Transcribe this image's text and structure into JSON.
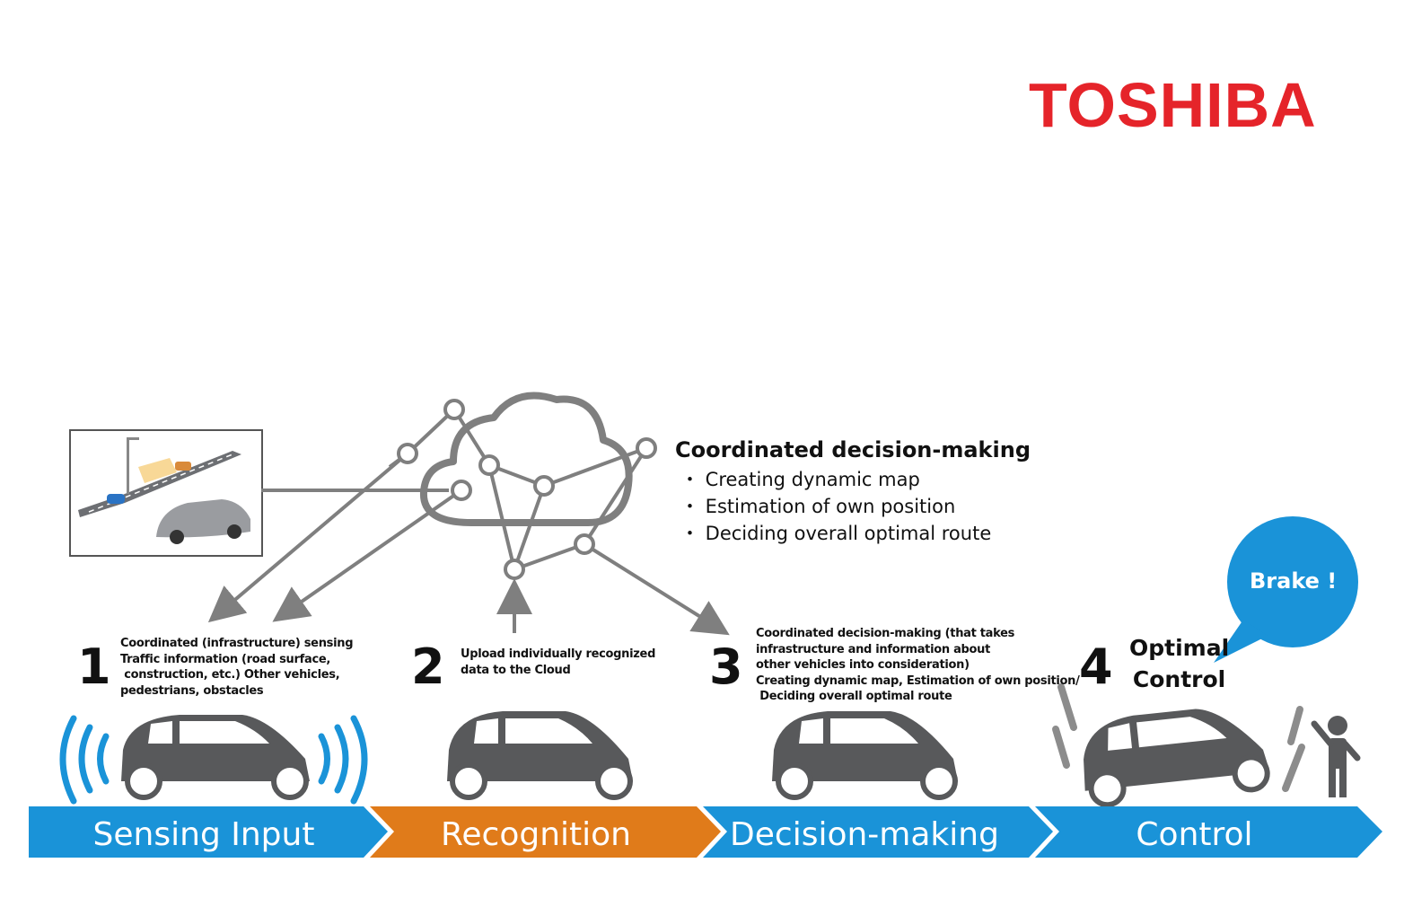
{
  "brand": {
    "logo_text": "TOSHIBA",
    "color": "#e5242a"
  },
  "cloud": {
    "title": "Coordinated decision-making",
    "items": [
      "・ Creating dynamic map",
      "・ Estimation of own position",
      "・ Deciding overall optimal route"
    ]
  },
  "steps": [
    {
      "number": "1",
      "lines": [
        "Coordinated (infrastructure) sensing",
        "Traffic information (road surface,",
        " construction, etc.) Other vehicles,",
        "pedestrians, obstacles"
      ]
    },
    {
      "number": "2",
      "lines": [
        "Upload individually recognized",
        "data to the Cloud"
      ]
    },
    {
      "number": "3",
      "lines": [
        "Coordinated decision-making (that takes",
        "infrastructure and information about",
        "other vehicles into consideration)",
        "Creating dynamic map, Estimation of own position/",
        " Deciding overall optimal route"
      ]
    },
    {
      "number": "4",
      "lines": [
        "Optimal",
        "Control"
      ]
    }
  ],
  "brake_bubble": "Brake !",
  "stages": [
    {
      "label": "Sensing Input",
      "color": "#1a93d8"
    },
    {
      "label": "Recognition",
      "color": "#e07b1a"
    },
    {
      "label": "Decision-making",
      "color": "#1a93d8"
    },
    {
      "label": "Control",
      "color": "#1a93d8"
    }
  ],
  "colors": {
    "icon_gray": "#58595b",
    "line_gray": "#7f7f7f",
    "blue": "#1a93d8",
    "orange": "#e07b1a"
  }
}
